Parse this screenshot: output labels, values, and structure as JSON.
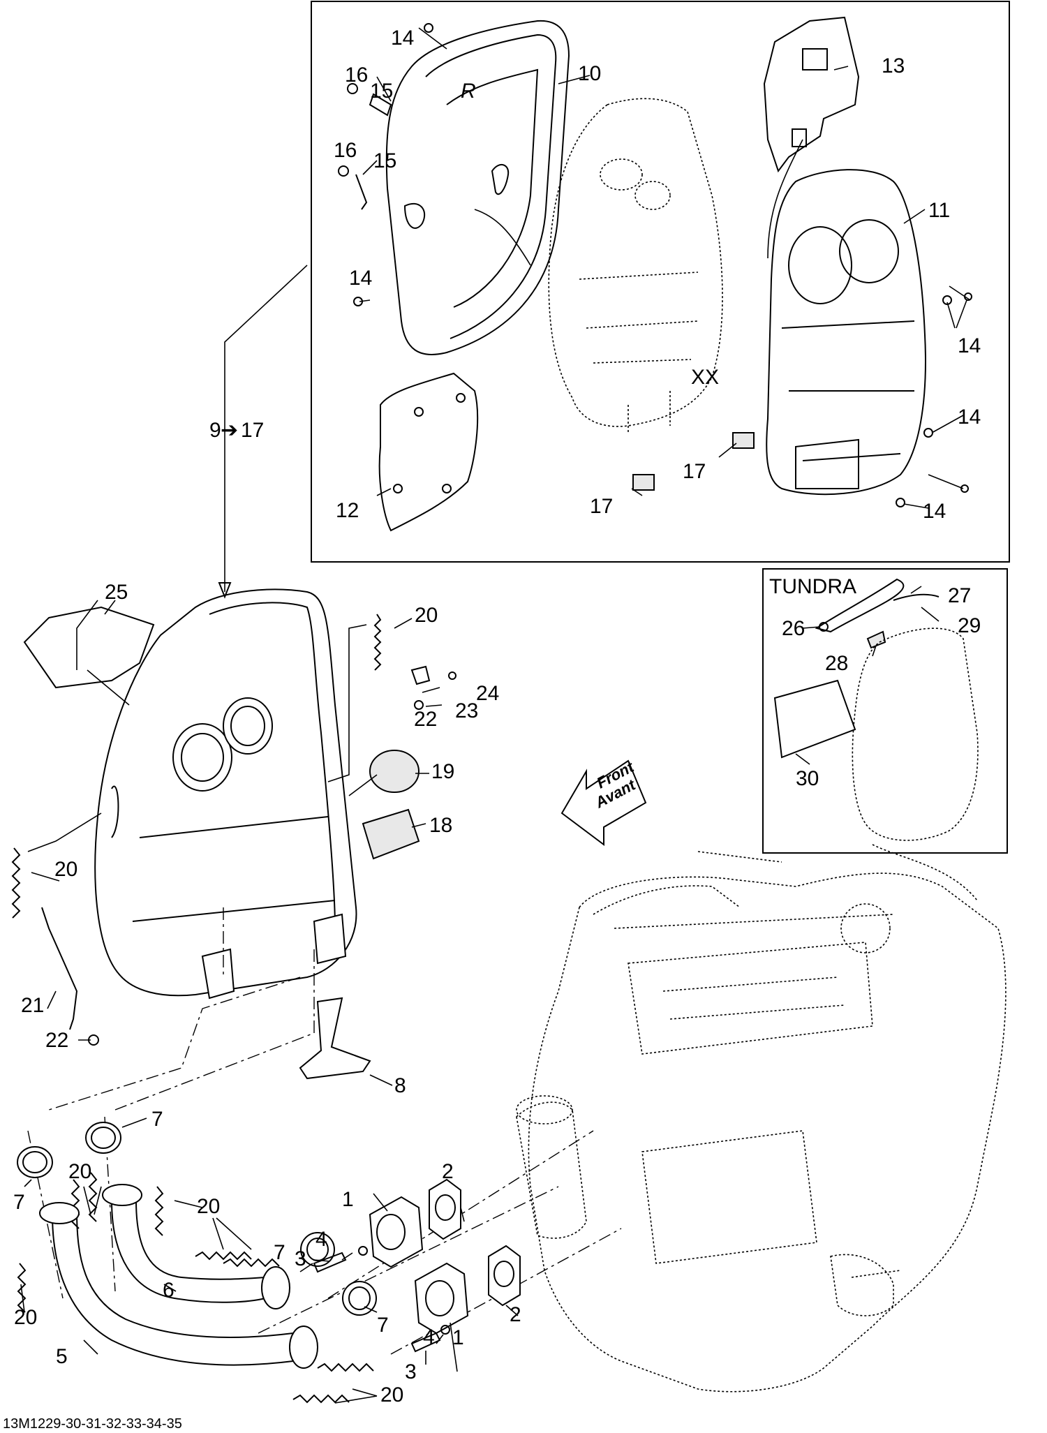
{
  "box_title": "TUNDRA",
  "front_arrow": {
    "line1": "Front",
    "line2": "Avant"
  },
  "footer_code": "13M1229-30-31-32-33-34-35",
  "range_label": {
    "from": "9",
    "to": "17",
    "arrow": "➔"
  },
  "callouts": [
    "14",
    "16",
    "15",
    "16",
    "15",
    "10",
    "13",
    "11",
    "14",
    "14",
    "14",
    "14",
    "17",
    "17",
    "12",
    "25",
    "20",
    "24",
    "23",
    "22",
    "19",
    "18",
    "20",
    "21",
    "22",
    "8",
    "26",
    "27",
    "29",
    "28",
    "30",
    "7",
    "7",
    "20",
    "20",
    "2",
    "1",
    "4",
    "3",
    "6",
    "7",
    "20",
    "5",
    "7",
    "4",
    "3",
    "1",
    "2",
    "20"
  ]
}
